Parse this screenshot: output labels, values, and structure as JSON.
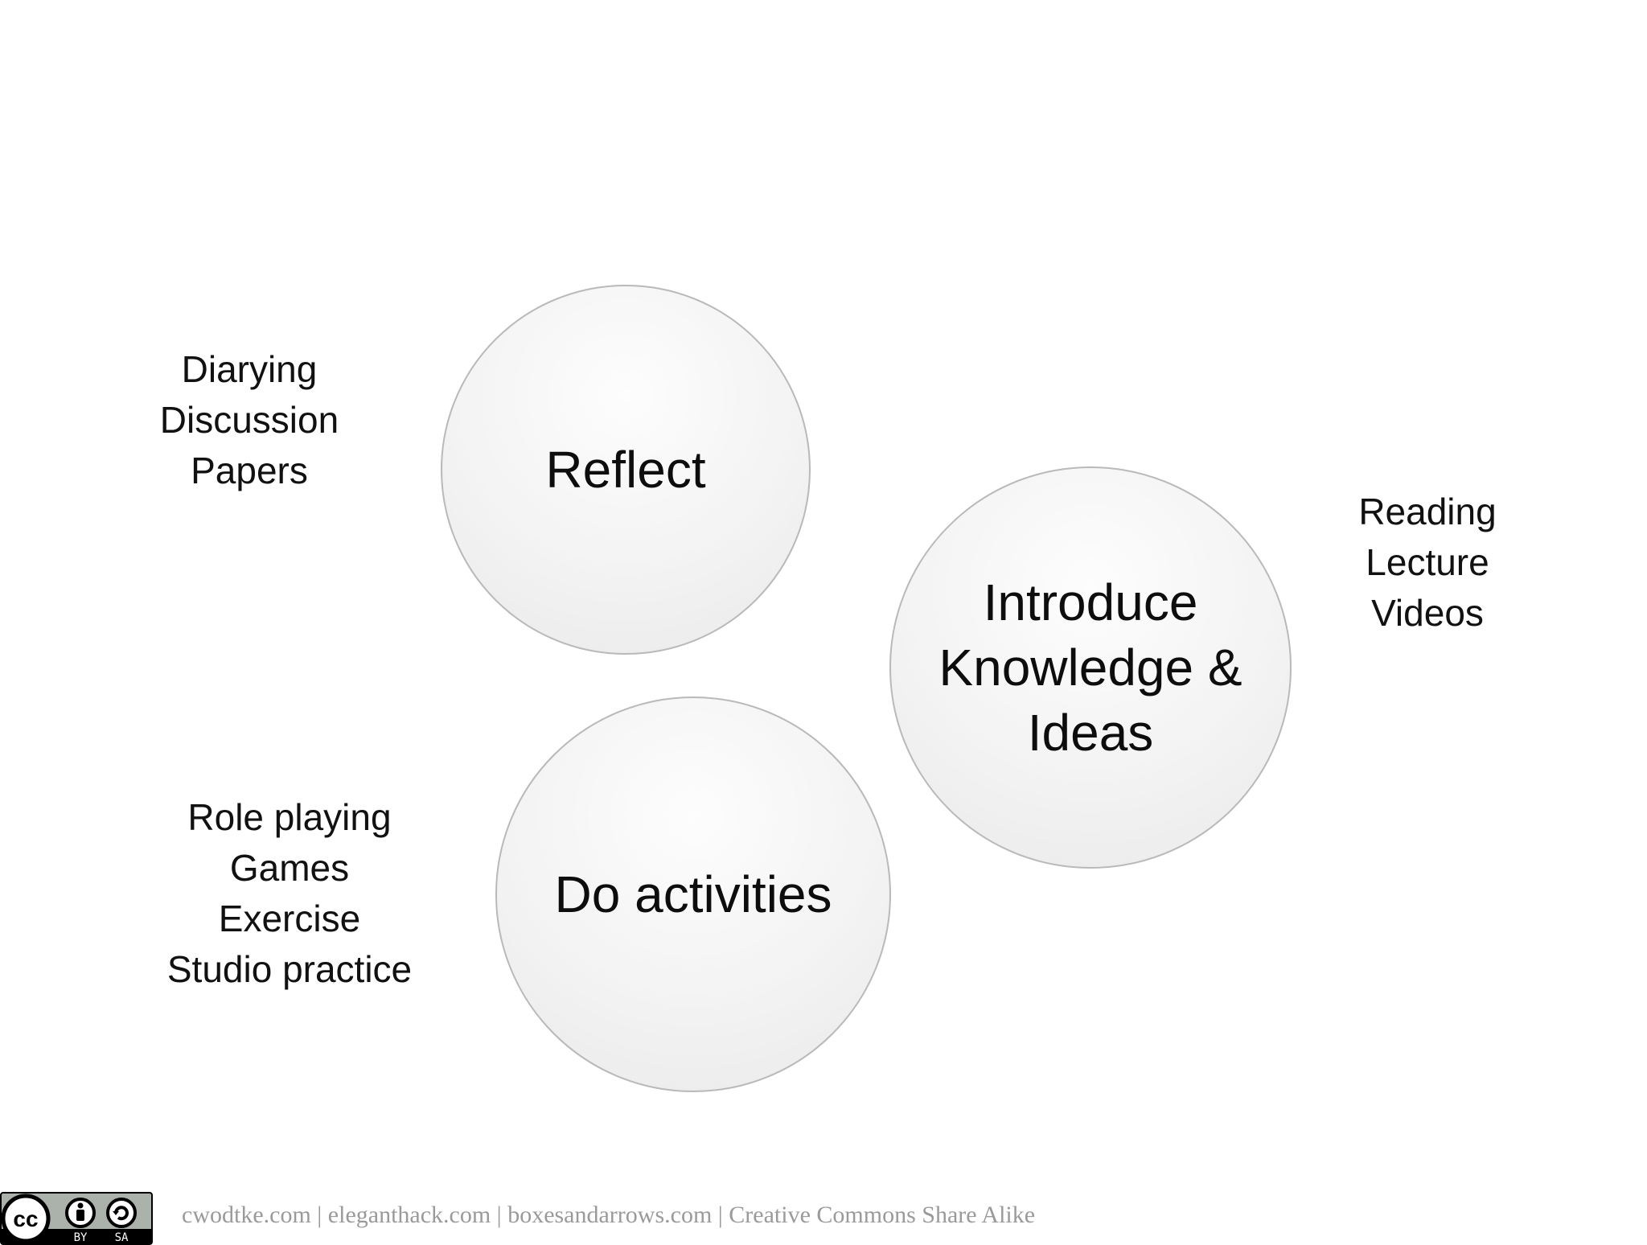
{
  "circles": {
    "reflect": {
      "label": "Reflect"
    },
    "introduce": {
      "lines": [
        "Introduce",
        "Knowledge &",
        "Ideas"
      ]
    },
    "do_activities": {
      "label": "Do activities"
    }
  },
  "examples": {
    "reflect": [
      "Diarying",
      "Discussion",
      "Papers"
    ],
    "introduce": [
      "Reading",
      "Lecture",
      "Videos"
    ],
    "do_activities": [
      "Role playing",
      "Games",
      "Exercise",
      "Studio practice"
    ]
  },
  "footer": {
    "license_badge": {
      "icon": "cc-by-sa-icon",
      "by": "BY",
      "sa": "SA"
    },
    "text": "cwodtke.com | eleganthack.com | boxesandarrows.com | Creative Commons Share Alike"
  }
}
